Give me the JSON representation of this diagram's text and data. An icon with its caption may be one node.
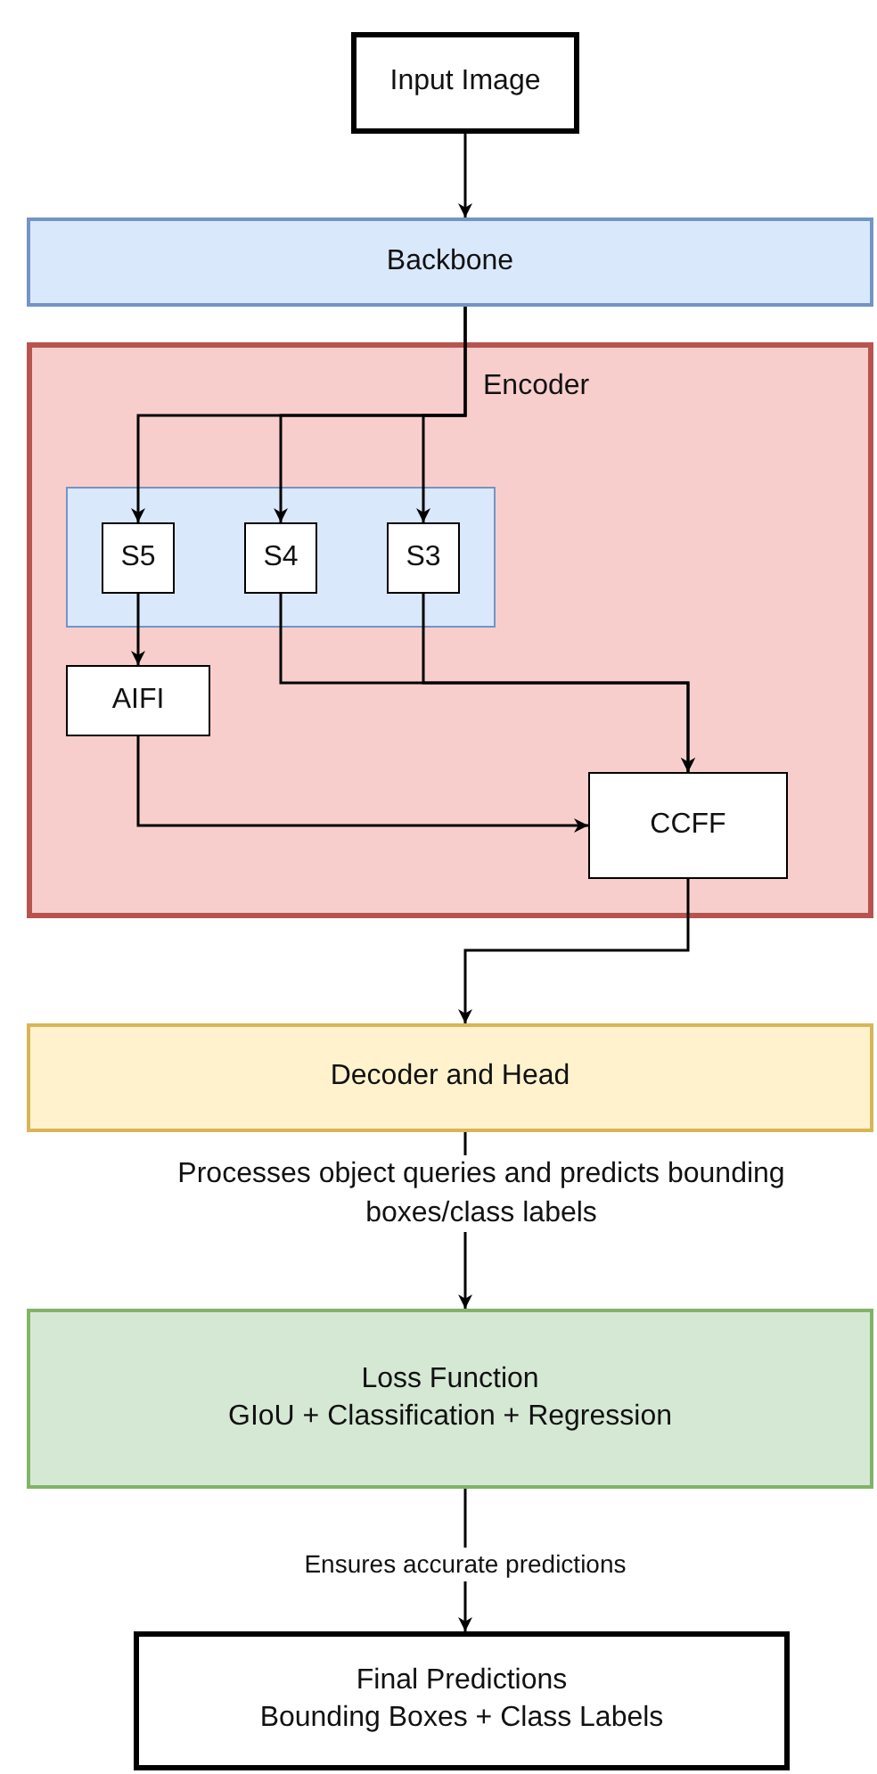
{
  "diagram": {
    "nodes": [
      {
        "text": [
          "Input Image"
        ]
      },
      {
        "text": [
          "Backbone"
        ]
      },
      {
        "text": [
          "Encoder"
        ]
      },
      {
        "text": [],
        "shape": "box",
        "in": 2
      },
      {
        "text": [
          "S5"
        ],
        "in": 3
      },
      {
        "text": [
          "S4"
        ],
        "in": 3
      },
      {
        "text": [
          "S3"
        ],
        "in": 3
      },
      {
        "text": [
          "AIFI"
        ],
        "in": 2
      },
      {
        "text": [
          "CCFF"
        ],
        "in": 2
      },
      {
        "text": [
          "Decoder and Head"
        ]
      },
      {
        "text": [
          "Loss Function",
          "GIoU + Classification + Regression"
        ]
      },
      {
        "text": [
          "Final Predictions",
          "Bounding Boxes + Class Labels"
        ]
      }
    ],
    "edges": [
      {
        "from": 0,
        "to": 1,
        "arrow": "to"
      },
      {
        "from": 1,
        "to": 4,
        "arrow": "to"
      },
      {
        "from": 1,
        "to": 5,
        "arrow": "to"
      },
      {
        "from": 1,
        "to": 6,
        "arrow": "to"
      },
      {
        "from": 4,
        "to": 7,
        "arrow": "to"
      },
      {
        "from": 5,
        "to": 8,
        "arrow": "to"
      },
      {
        "from": 6,
        "to": 8,
        "arrow": "to"
      },
      {
        "from": 7,
        "to": 8,
        "arrow": "to"
      },
      {
        "from": 8,
        "to": 9,
        "arrow": "to"
      },
      {
        "from": 9,
        "to": 10,
        "arrow": "to",
        "label": "Processes object queries and predicts bounding boxes/class labels"
      },
      {
        "from": 10,
        "to": 11,
        "arrow": "to",
        "label": "Ensures accurate predictions"
      }
    ]
  }
}
